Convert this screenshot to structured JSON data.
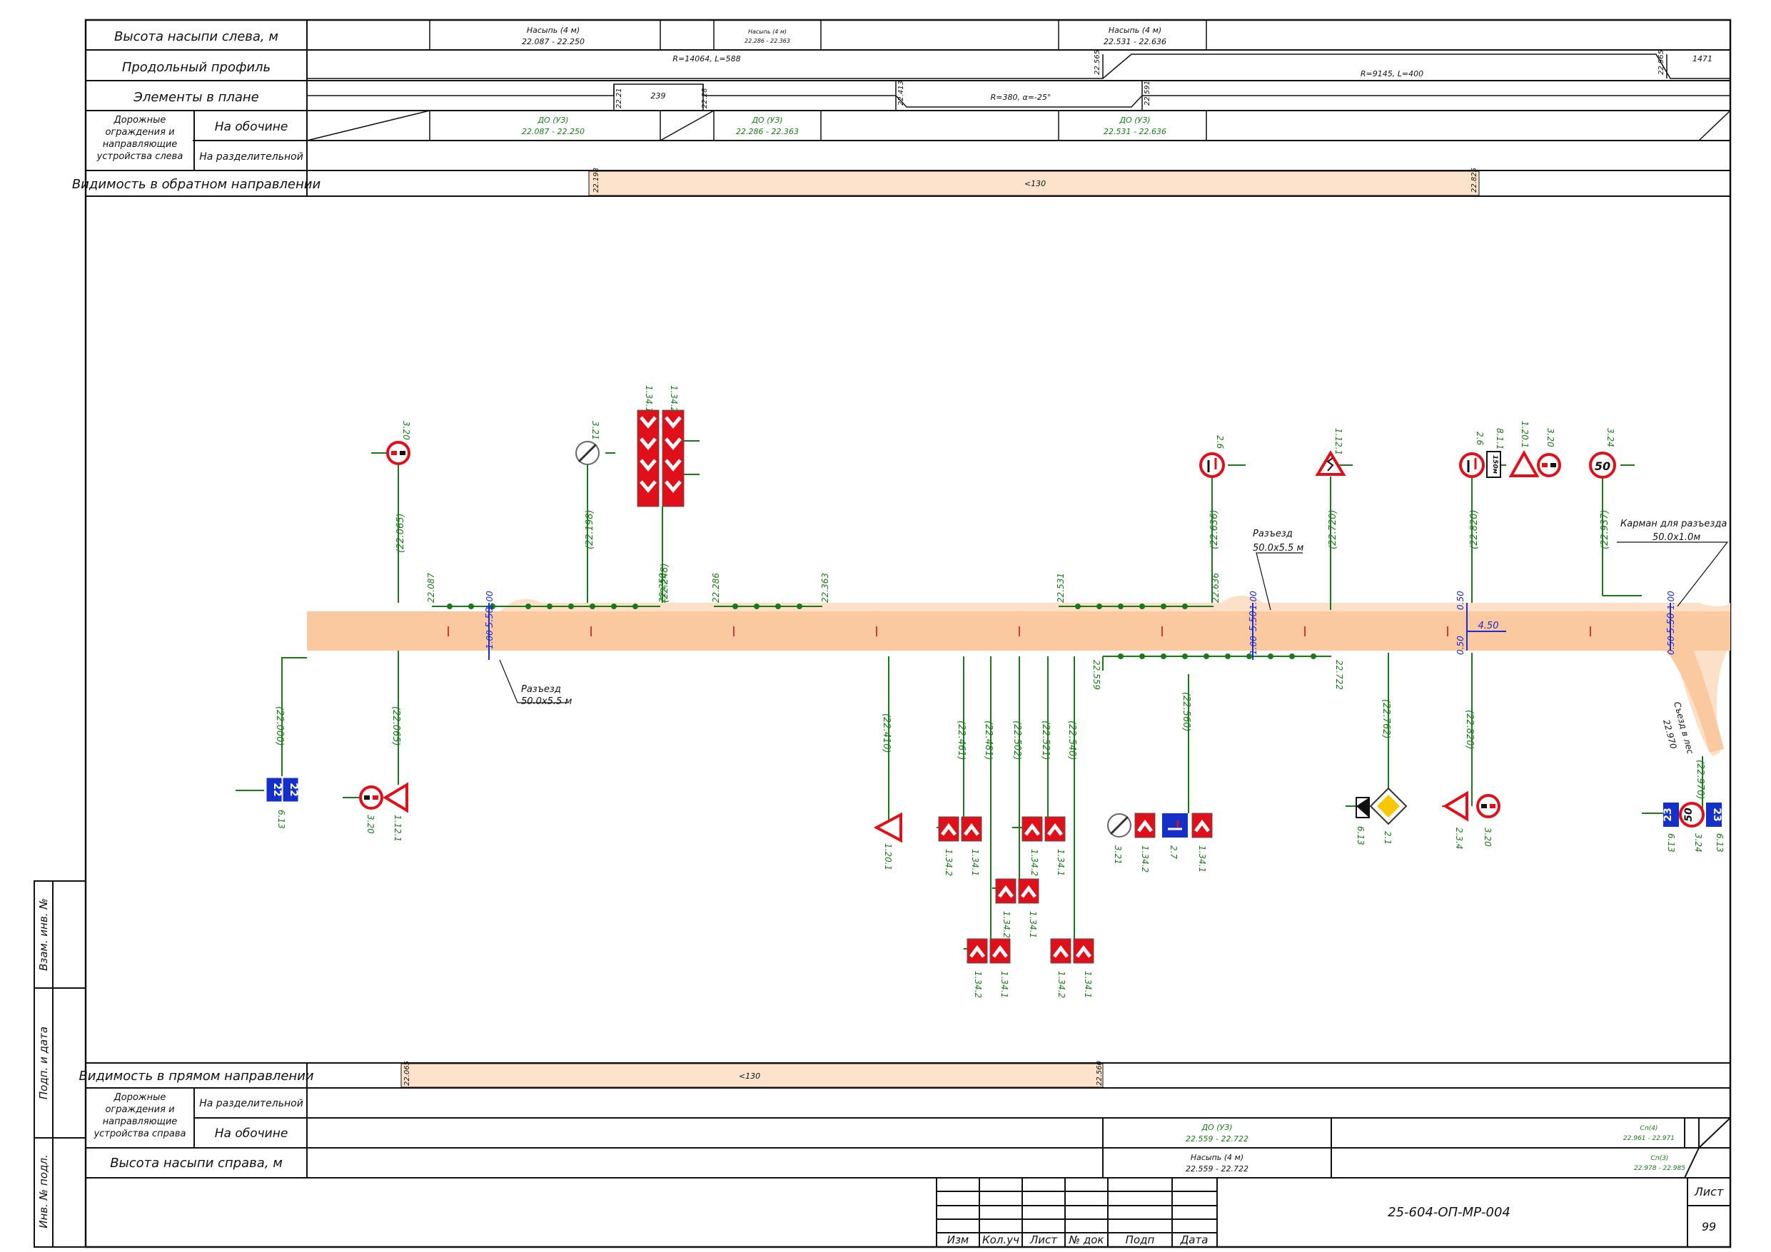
{
  "rows_top": {
    "embankment_left": "Высота насыпи слева, м",
    "long_profile": "Продольный профиль",
    "plan_elements": "Элементы в плане",
    "guard_left_title": "Дорожные ограждения и направляющие устройства слева",
    "on_shoulder": "На обочине",
    "on_median": "На разделительной",
    "visibility_reverse": "Видимость в обратном направлении"
  },
  "rows_bottom": {
    "visibility_forward": "Видимость в прямом направлении",
    "guard_right_title": "Дорожные ограждения и направляющие устройства справа",
    "on_median": "На разделительной",
    "on_shoulder": "На обочине",
    "embankment_right": "Высота насыпи справа, м"
  },
  "embankment_left_cells": [
    {
      "t1": "Насыпь (4 м)",
      "t2": "22.087 - 22.250"
    },
    {
      "t1": "Насыпь (4 м)",
      "t2": "22.286 - 22.363"
    },
    {
      "t1": "Насыпь (4 м)",
      "t2": "22.531 - 22.636"
    }
  ],
  "profile": {
    "curve1": "R=14064, L=588",
    "k1": "22.565",
    "curve2": "R=9145, L=400",
    "k2": "22.965",
    "end": "1471"
  },
  "plan": {
    "k1": "22.21",
    "len": "239",
    "k2": "22.28",
    "k3": "22.413",
    "curve": "R=380, α=-25°",
    "k4": "22.591"
  },
  "guard_left_cells": [
    {
      "t1": "ДО (УЗ)",
      "t2": "22.087 - 22.250"
    },
    {
      "t1": "ДО (УЗ)",
      "t2": "22.286 - 22.363"
    },
    {
      "t1": "ДО (УЗ)",
      "t2": "22.531 - 22.636"
    }
  ],
  "vis_reverse": {
    "start": "22.198",
    "label": "<130",
    "end": "22.825"
  },
  "vis_forward": {
    "start": "22.065",
    "label": "<130",
    "end": "22.560"
  },
  "guard_right_cells": [
    {
      "t1": "ДО (УЗ)",
      "t2": "22.559 - 22.722"
    },
    {
      "t1": "Сп(4)",
      "t2": "22.961 - 22.971"
    }
  ],
  "embankment_right_cells": [
    {
      "t1": "Насыпь (4 м)",
      "t2": "22.559 - 22.722"
    },
    {
      "t1": "Сп(3)",
      "t2": "22.978 - 22.985"
    }
  ],
  "side_stamp": [
    "Взам. инв. №",
    "Подп. и дата",
    "Инв. № подл."
  ],
  "title_block": {
    "cols": [
      "Изм",
      "Кол.уч",
      "Лист",
      "№ док",
      "Подп",
      "Дата"
    ],
    "code": "25-604-ОП-МР-004",
    "sheet_label": "Лист",
    "sheet_no": "99"
  },
  "road": {
    "left_markers": [
      "22.087",
      "22.250",
      "22.286",
      "22.363",
      "22.531",
      "22.636"
    ],
    "width_main": "5.50",
    "width_side": "1.00",
    "width_half": "0.50",
    "width_450": "4.50",
    "bay1": {
      "t1": "Разъезд",
      "t2": "50.0х5.5 м"
    },
    "bay2": {
      "t1": "Разъезд",
      "t2": "50.0х5.5 м"
    },
    "bay3": {
      "t1": "Карман для разъезда",
      "t2": "50.0х1.0м"
    },
    "exit": {
      "t1": "Съезд в лес",
      "t2": "22.970"
    },
    "right_markers": [
      "22.559",
      "22.722"
    ]
  },
  "signs_top": [
    {
      "code": "3.20",
      "km": "(22.065)"
    },
    {
      "code": "3.21",
      "km": "(22.198)"
    },
    {
      "code": "1.34.1",
      "code2": "1.34.2",
      "km": "(22.248)"
    },
    {
      "code": "2.6",
      "km": "(22.636)"
    },
    {
      "code": "1.12.1",
      "km": "(22.720)"
    },
    {
      "code": "2.6",
      "code2": "8.1.1",
      "code3": "1.20.1",
      "code4": "3.20",
      "plate": "150м",
      "km": "(22.820)"
    },
    {
      "code": "3.24",
      "km": "(22.937)",
      "value": "50"
    }
  ],
  "signs_bottom": [
    {
      "code": "6.13",
      "km": "(22.000)",
      "value": "22"
    },
    {
      "code": "3.20",
      "code2": "1.12.1",
      "km": "(22.065)"
    },
    {
      "code": "1.20.1",
      "km": "(22.410)"
    },
    {
      "code": "1.34.2",
      "code2": "1.34.1",
      "km": "(22.461)"
    },
    {
      "code": "1.34.2",
      "code2": "1.34.1",
      "km": "(22.481)"
    },
    {
      "code": "1.34.2",
      "code2": "1.34.1",
      "km": "(22.502)"
    },
    {
      "code": "1.34.2",
      "code2": "1.34.1",
      "km": "(22.521)"
    },
    {
      "code": "1.34.2",
      "code2": "1.34.1",
      "km": "(22.540)"
    },
    {
      "code": "3.21",
      "code2": "1.34.2",
      "code3": "2.7",
      "code4": "1.34.1",
      "km": "(22.560)"
    },
    {
      "code": "6.13",
      "code2": "2.1",
      "km": "(22.762)"
    },
    {
      "code": "2.3.4",
      "code2": "3.20",
      "km": "(22.820)"
    },
    {
      "code": "6.13",
      "code2": "3.24",
      "code3": "6.13",
      "km": "(22.970)",
      "value": "23",
      "value2": "50"
    }
  ],
  "colors": {
    "road": "#fbc9a0",
    "road_edge": "#fde0c8",
    "green": "#1a7a1a",
    "blue": "#1b2bd6",
    "sign_red": "#e0101a",
    "sign_blue": "#1530c8",
    "vis_fill": "#fde3cc"
  }
}
